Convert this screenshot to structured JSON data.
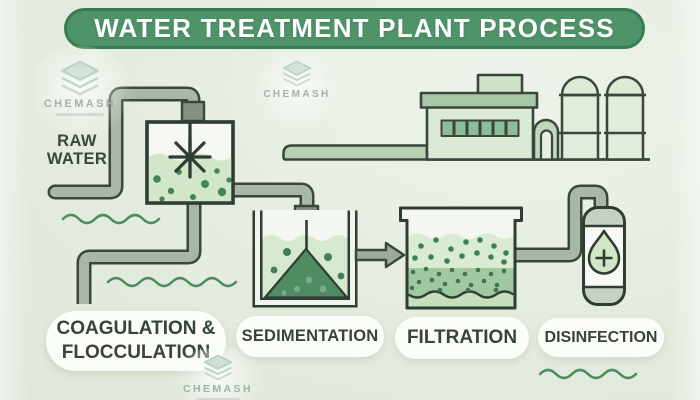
{
  "title": {
    "text": "WATER TREATMENT PLANT PROCESS"
  },
  "raw_water": {
    "label": "RAW\nWATER"
  },
  "stages": [
    {
      "id": "coagulation-flocculation",
      "label": "COAGULATION &\nFLOCCULATION"
    },
    {
      "id": "sedimentation",
      "label": "SEDIMENTATION"
    },
    {
      "id": "filtration",
      "label": "FILTRATION"
    },
    {
      "id": "disinfection",
      "label": "DISINFECTION"
    }
  ],
  "watermark": {
    "brand": "CHEMASH",
    "icon": "layers-icon"
  },
  "icons": {
    "mixer": "impeller-asterisk-icon",
    "disinfectant": "droplet-plus-icon",
    "flow": "arrow-right-icon",
    "watermark": "layers-icon"
  },
  "colors": {
    "background": "#e4ecdf",
    "banner_green": "#4f9368",
    "banner_border": "#3a7b53",
    "outline_dark": "#2f3d33",
    "pipe_fill": "#a9b7a7",
    "pipe_connector": "#83927f",
    "water_light": "#d6e8ce",
    "particle_green": "#44855a",
    "sediment_green": "#4e8d62",
    "filter_sand": "#a2c8a1",
    "building_wall": "#dbead5",
    "building_roof": "#a6c8a6",
    "platform_green": "#b6d2b0",
    "label_text": "#36453c",
    "pill_background": "#fbfdf9",
    "watermark_gray": "#a2b2a8",
    "wave_green": "#4f8d5e"
  }
}
